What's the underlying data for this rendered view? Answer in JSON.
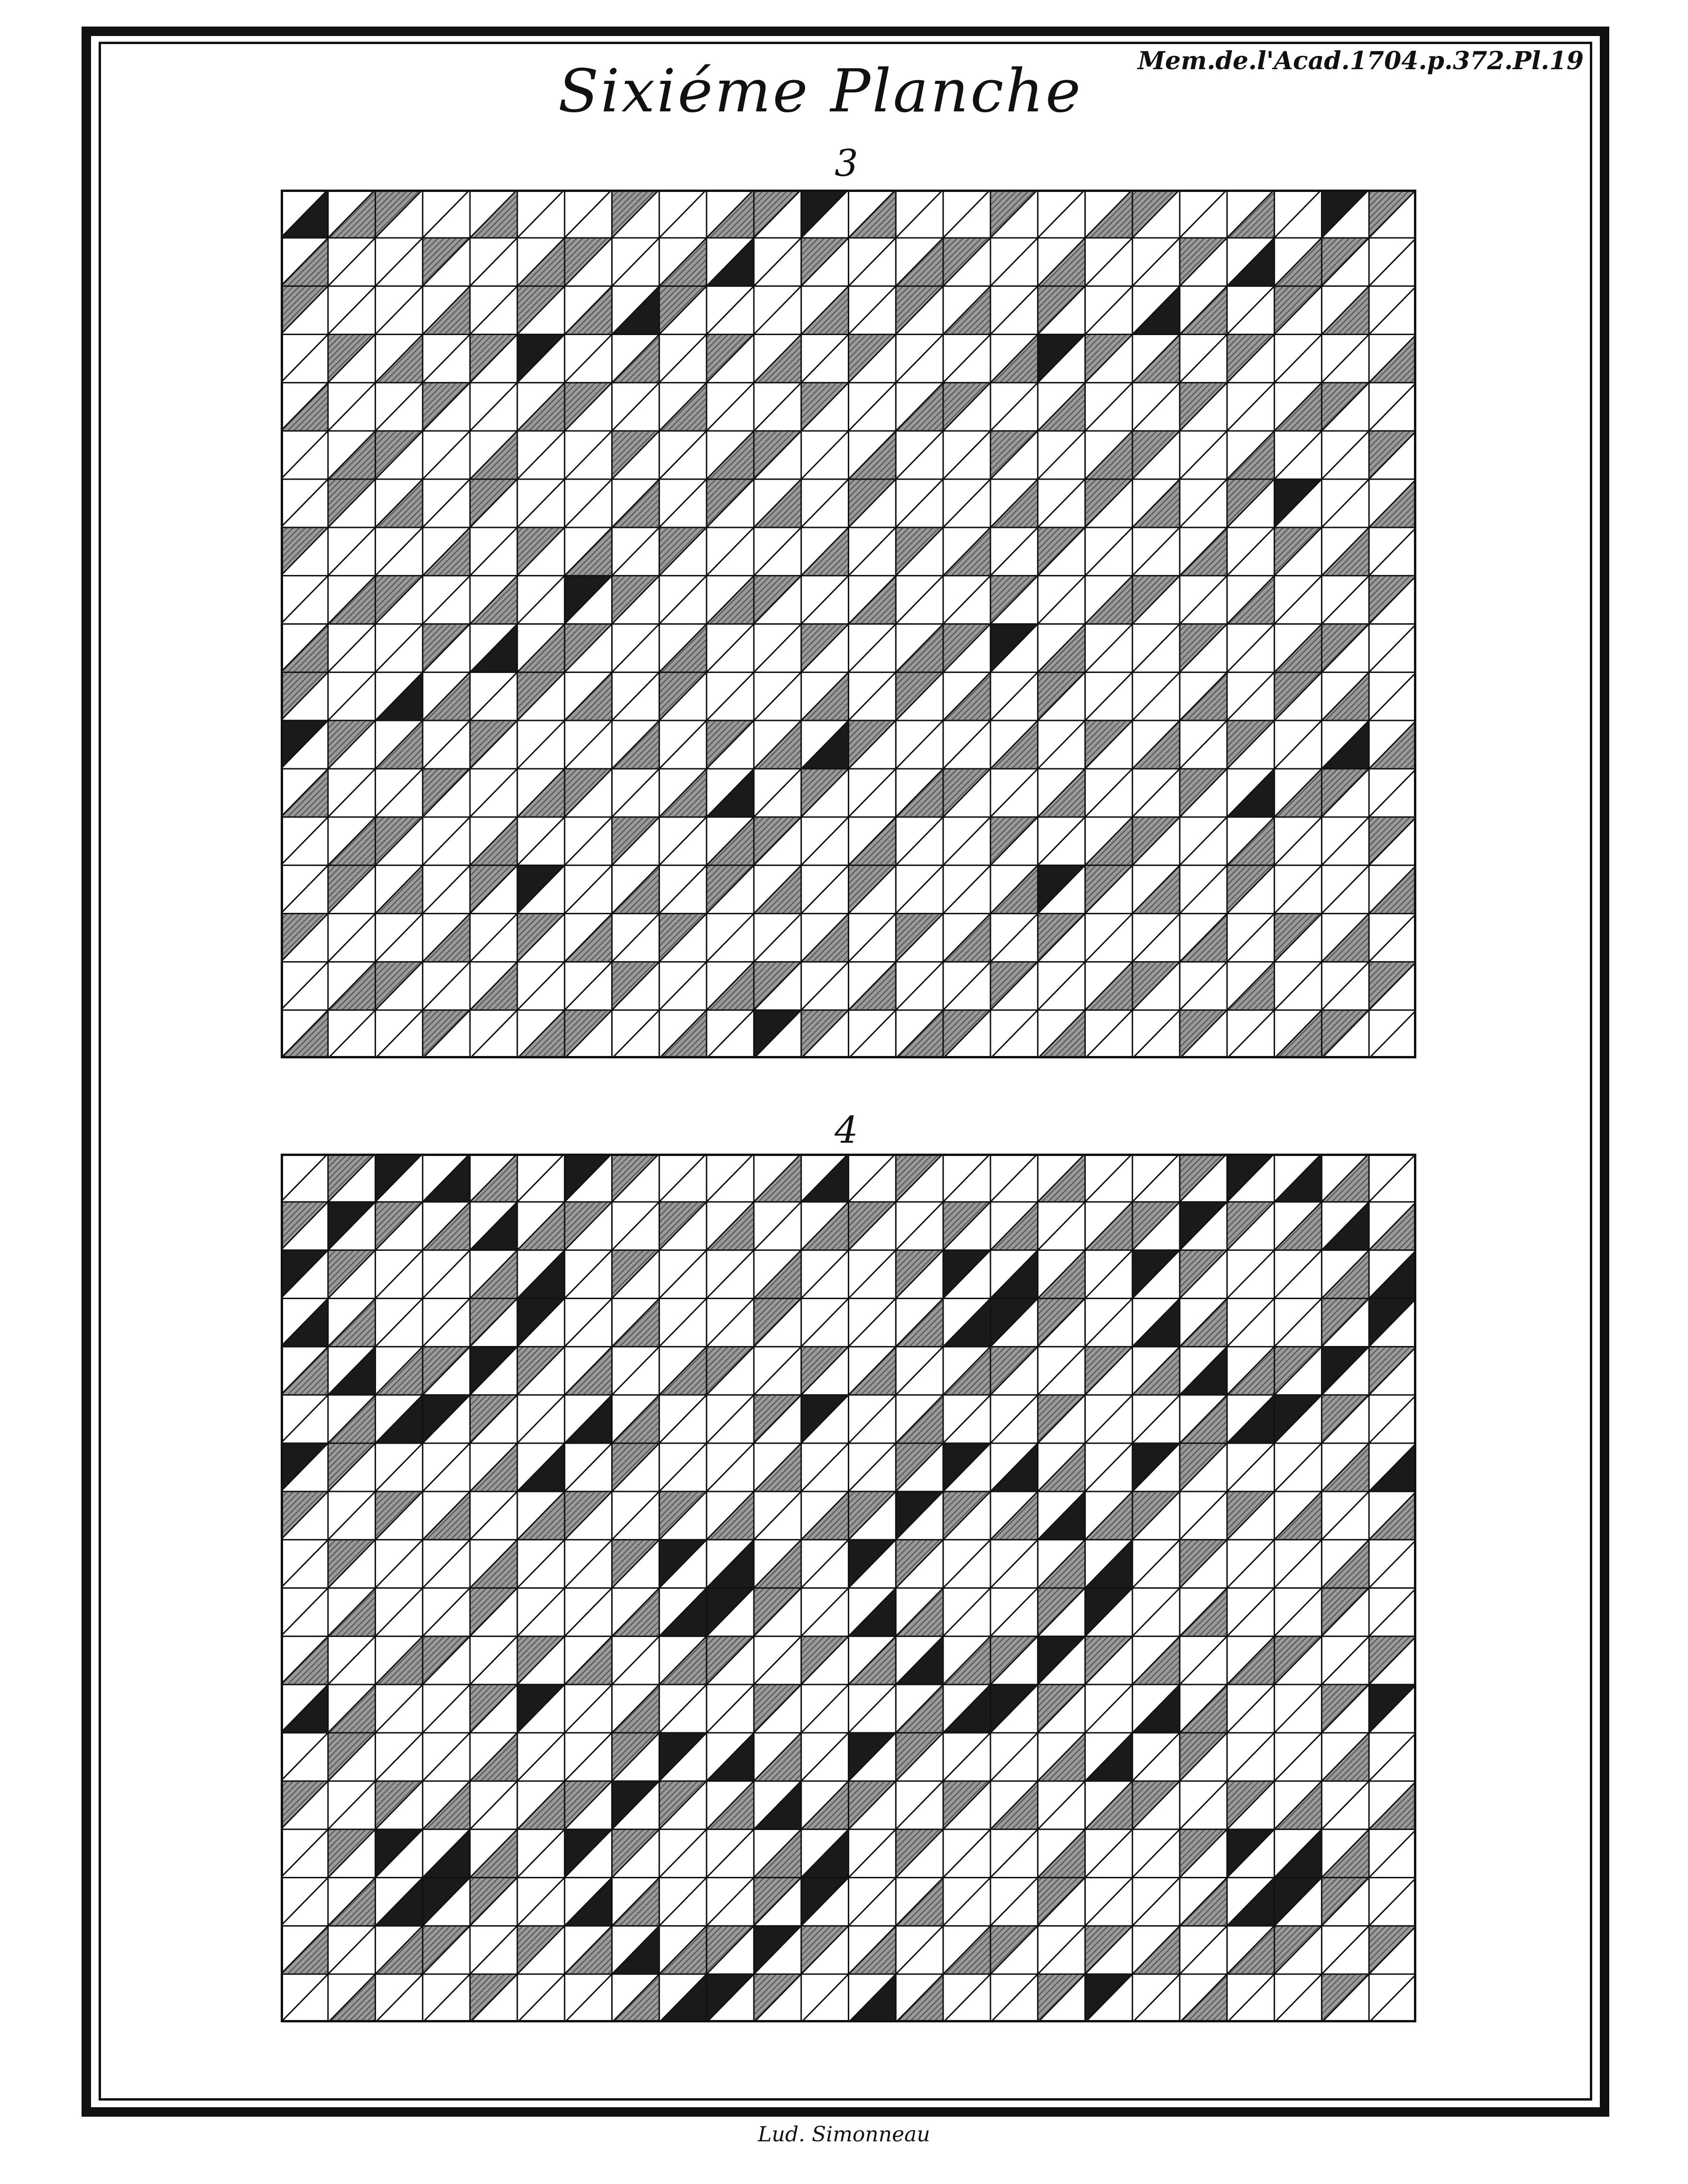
{
  "plate": {
    "title": "Sixiéme Planche",
    "reference": "Mem.de.l'Acad.1704.p.372.Pl.19",
    "signature": "Lud. Simonneau"
  },
  "figures": [
    {
      "number": "3",
      "columns": 24,
      "rows": 18,
      "design": "diamond-medallions"
    },
    {
      "number": "4",
      "columns": 24,
      "rows": 18,
      "design": "concentric-diamonds"
    }
  ],
  "colors": {
    "ink": "#111111",
    "paper": "#ffffff",
    "hatch": "#5a5a5a",
    "solid": "#1a1a1a"
  }
}
